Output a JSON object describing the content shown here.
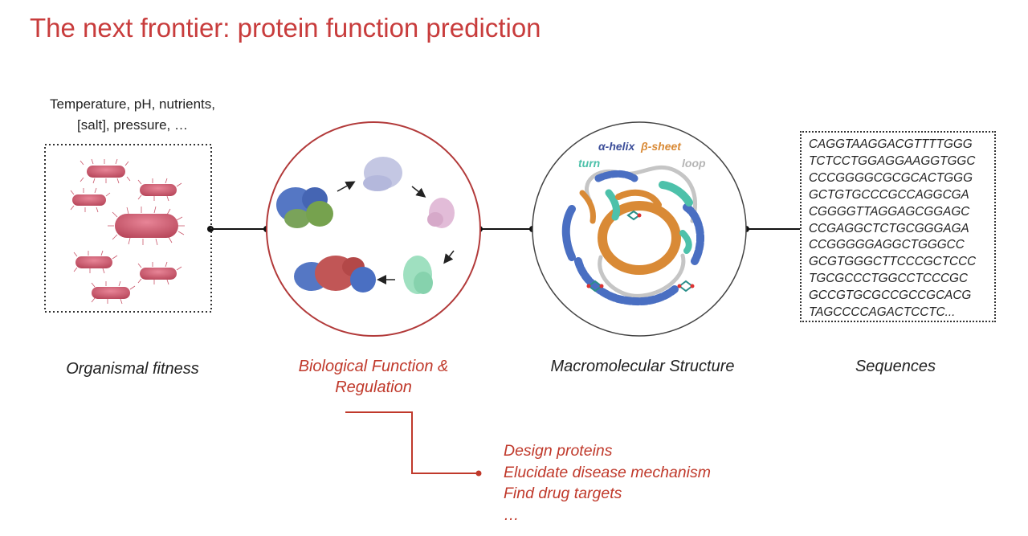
{
  "title": "The next frontier: protein function prediction",
  "conditions": {
    "line1": "Temperature, pH, nutrients,",
    "line2": "[salt], pressure, …"
  },
  "panels": {
    "fitness": "Organismal fitness",
    "function": "Biological Function & Regulation",
    "structure": "Macromolecular Structure",
    "sequences": "Sequences"
  },
  "structure_labels": {
    "helix": "α-helix",
    "sheet": "β-sheet",
    "turn": "turn",
    "loop": "loop"
  },
  "sequences": [
    "CAGGTAAGGACGTTTTGGG",
    "TCTCCTGGAGGAAGGTGGC",
    "CCCGGGGCGCGCACTGGG",
    "GCTGTGCCCGCCAGGCGA",
    "CGGGGTTAGGAGCGGAGC",
    "CCGAGGCTCTGCGGGAGA",
    "CCGGGGGAGGCTGGGCC",
    "GCGTGGGCTTCCCGCTCCC",
    "TGCGCCCTGGCCTCCCGC",
    "GCCGTGCGCCGCCGCACG",
    "TAGCCCCAGACTCCTC..."
  ],
  "applications": [
    "Design proteins",
    "Elucidate disease mechanism",
    "Find drug targets",
    "…"
  ],
  "colors": {
    "accent": "#c0392b",
    "title": "#c83c3c",
    "bacteria": "#c9566a",
    "helix": "#4a6fc2",
    "sheet": "#d98a36",
    "turn": "#4dc1aa",
    "loop": "#bbbbbb"
  }
}
